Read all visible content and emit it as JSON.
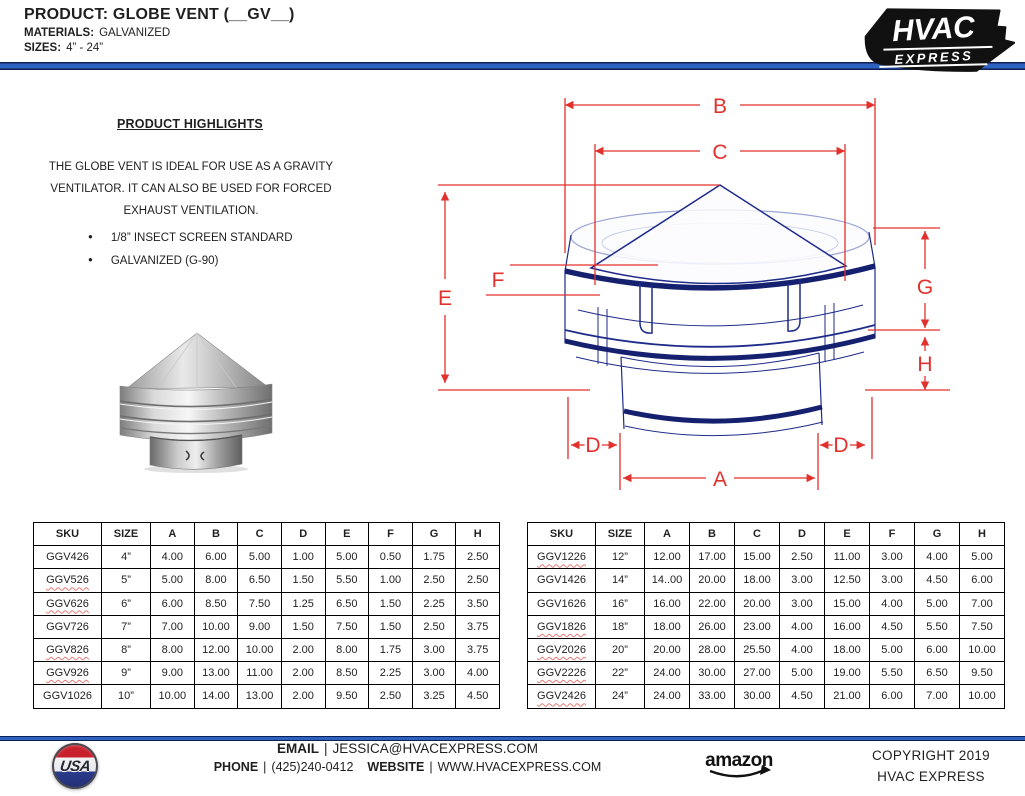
{
  "header": {
    "product_label": "PRODUCT:",
    "product_name": "GLOBE VENT (__GV__)",
    "materials_label": "MATERIALS:",
    "materials_value": "GALVANIZED",
    "sizes_label": "SIZES:",
    "sizes_value": "4” - 24”",
    "logo": {
      "word1": "HVAC",
      "word2": "EXPRESS"
    }
  },
  "highlights": {
    "title": "PRODUCT HIGHLIGHTS",
    "description": "THE GLOBE VENT IS IDEAL FOR USE AS A GRAVITY VENTILATOR. IT CAN ALSO BE USED FOR FORCED EXHAUST VENTILATION.",
    "bullets": [
      "1/8” INSECT SCREEN STANDARD",
      "GALVANIZED (G-90)"
    ]
  },
  "diagram": {
    "labels": {
      "a": "A",
      "b": "B",
      "c": "C",
      "d": "D",
      "e": "E",
      "f": "F",
      "g": "G",
      "h": "H"
    },
    "dimension_color": "#e2312d",
    "drawing_color": "#1e2b8a"
  },
  "tables": {
    "columns": [
      "SKU",
      "SIZE",
      "A",
      "B",
      "C",
      "D",
      "E",
      "F",
      "G",
      "H"
    ],
    "left_rows": [
      {
        "sku": "GGV426",
        "size": "4”",
        "values": [
          "4.00",
          "6.00",
          "5.00",
          "1.00",
          "5.00",
          "0.50",
          "1.75",
          "2.50"
        ],
        "squiggle": false
      },
      {
        "sku": "GGV526",
        "size": "5”",
        "values": [
          "5.00",
          "8.00",
          "6.50",
          "1.50",
          "5.50",
          "1.00",
          "2.50",
          "2.50"
        ],
        "squiggle": true
      },
      {
        "sku": "GGV626",
        "size": "6”",
        "values": [
          "6.00",
          "8.50",
          "7.50",
          "1.25",
          "6.50",
          "1.50",
          "2.25",
          "3.50"
        ],
        "squiggle": true
      },
      {
        "sku": "GGV726",
        "size": "7”",
        "values": [
          "7.00",
          "10.00",
          "9.00",
          "1.50",
          "7.50",
          "1.50",
          "2.50",
          "3.75"
        ],
        "squiggle": false
      },
      {
        "sku": "GGV826",
        "size": "8”",
        "values": [
          "8.00",
          "12.00",
          "10.00",
          "2.00",
          "8.00",
          "1.75",
          "3.00",
          "3.75"
        ],
        "squiggle": true
      },
      {
        "sku": "GGV926",
        "size": "9”",
        "values": [
          "9.00",
          "13.00",
          "11.00",
          "2.00",
          "8.50",
          "2.25",
          "3.00",
          "4.00"
        ],
        "squiggle": true
      },
      {
        "sku": "GGV1026",
        "size": "10”",
        "values": [
          "10.00",
          "14.00",
          "13.00",
          "2.00",
          "9.50",
          "2.50",
          "3.25",
          "4.50"
        ],
        "squiggle": false
      }
    ],
    "right_rows": [
      {
        "sku": "GGV1226",
        "size": "12”",
        "values": [
          "12.00",
          "17.00",
          "15.00",
          "2.50",
          "11.00",
          "3.00",
          "4.00",
          "5.00"
        ],
        "squiggle": true
      },
      {
        "sku": "GGV1426",
        "size": "14”",
        "values": [
          "14..00",
          "20.00",
          "18.00",
          "3.00",
          "12.50",
          "3.00",
          "4.50",
          "6.00"
        ],
        "squiggle": false
      },
      {
        "sku": "GGV1626",
        "size": "16”",
        "values": [
          "16.00",
          "22.00",
          "20.00",
          "3.00",
          "15.00",
          "4.00",
          "5.00",
          "7.00"
        ],
        "squiggle": false
      },
      {
        "sku": "GGV1826",
        "size": "18”",
        "values": [
          "18.00",
          "26.00",
          "23.00",
          "4.00",
          "16.00",
          "4.50",
          "5.50",
          "7.50"
        ],
        "squiggle": true
      },
      {
        "sku": "GGV2026",
        "size": "20”",
        "values": [
          "20.00",
          "28.00",
          "25.50",
          "4.00",
          "18.00",
          "5.00",
          "6.00",
          "10.00"
        ],
        "squiggle": true
      },
      {
        "sku": "GGV2226",
        "size": "22”",
        "values": [
          "24.00",
          "30.00",
          "27.00",
          "5.00",
          "19.00",
          "5.50",
          "6.50",
          "9.50"
        ],
        "squiggle": true
      },
      {
        "sku": "GGV2426",
        "size": "24”",
        "values": [
          "24.00",
          "33.00",
          "30.00",
          "4.50",
          "21.00",
          "6.00",
          "7.00",
          "10.00"
        ],
        "squiggle": true
      }
    ]
  },
  "footer": {
    "usa_label": "USA",
    "email_label": "EMAIL",
    "email_value": "JESSICA@HVACEXPRESS.COM",
    "phone_label": "PHONE",
    "phone_value": "(425)240-0412",
    "website_label": "WEBSITE",
    "website_value": "WWW.HVACEXPRESS.COM",
    "separator": "|",
    "amazon_label": "amazon",
    "copyright_line1": "COPYRIGHT 2019",
    "copyright_line2": "HVAC EXPRESS"
  }
}
